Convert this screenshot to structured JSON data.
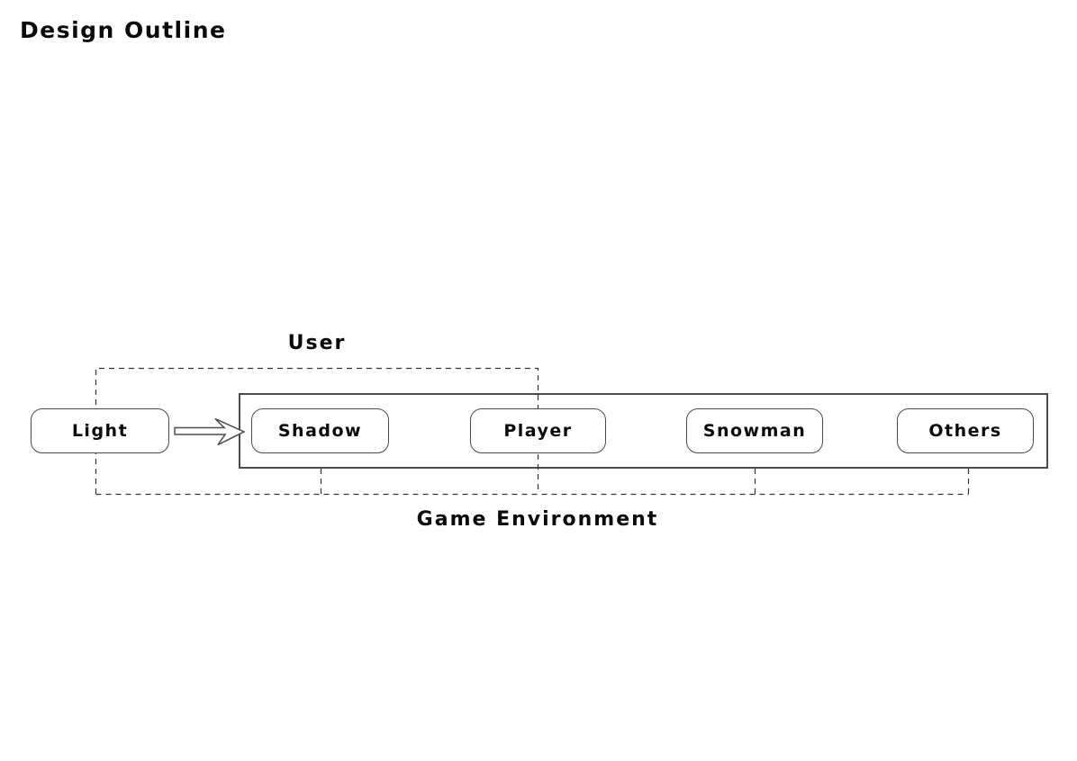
{
  "title": "Design Outline",
  "diagram": {
    "groups": {
      "user_label": "User",
      "game_environment_label": "Game Environment"
    },
    "boxes": [
      {
        "id": "light",
        "label": "Light"
      },
      {
        "id": "shadow",
        "label": "Shadow"
      },
      {
        "id": "player",
        "label": "Player"
      },
      {
        "id": "snowman",
        "label": "Snowman"
      },
      {
        "id": "others",
        "label": "Others"
      }
    ],
    "arrow": {
      "from": "light",
      "to": "environment-container",
      "direction": "right"
    },
    "colors": {
      "stroke": "#4b4b4b",
      "dashed_stroke": "#333333",
      "text": "#0a0a0a",
      "background": "#ffffff"
    }
  }
}
